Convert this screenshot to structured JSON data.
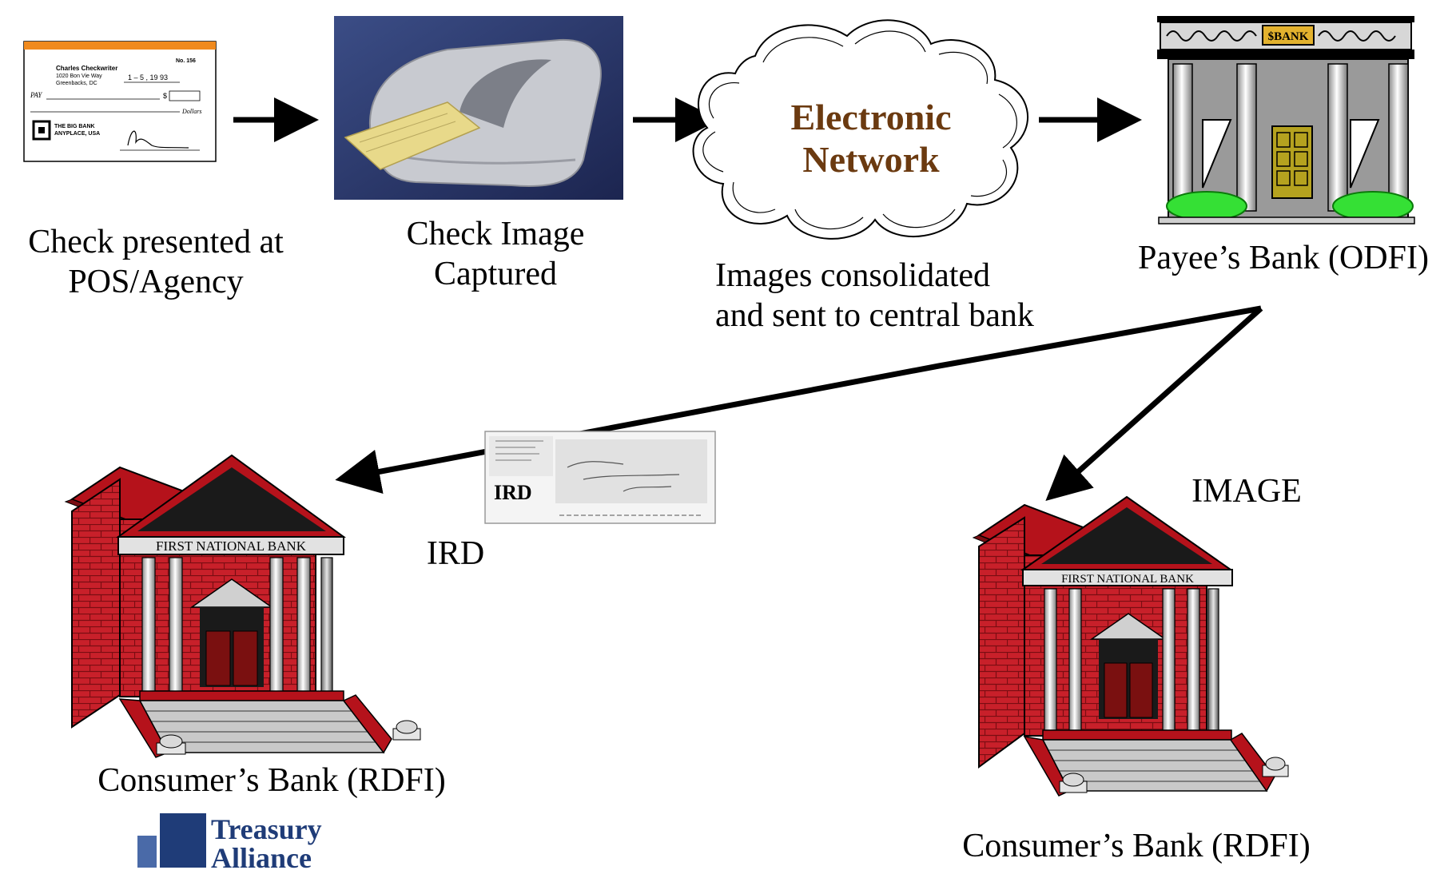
{
  "check": {
    "name": "Charles Checkwriter",
    "address1": "1020 Bon Vie Way",
    "address2": "Greenbacks, DC",
    "number": "No. 156",
    "date": "1 – 5 , 19 93",
    "pay": "PAY",
    "dollar_sign": "$",
    "dollars": "Dollars",
    "bank_name": "THE BIG BANK",
    "bank_city": "ANYPLACE, USA"
  },
  "cloud": {
    "line1": "Electronic",
    "line2": "Network"
  },
  "payee_bank_sign": "$BANK",
  "rdfi_bank_sign": "FIRST NATIONAL BANK",
  "ird_doc_label": "IRD",
  "captions": {
    "check_presented": "Check presented at\nPOS/Agency",
    "image_captured": "Check Image\nCaptured",
    "images_consolidated": "Images consolidated\nand sent to central bank",
    "payee_bank": "Payee’s Bank (ODFI)",
    "ird": "IRD",
    "image": "IMAGE",
    "consumer_bank_left": "Consumer’s Bank (RDFI)",
    "consumer_bank_right": "Consumer’s Bank (RDFI)"
  },
  "logo": {
    "line1": "Treasury",
    "line2": "Alliance"
  },
  "colors": {
    "brick": "#c8202a",
    "roof": "#b5121b",
    "cloud_text": "#6b3a10",
    "logo_blue": "#1f3c78",
    "check_bar": "#f08a1e",
    "scanner_bg": "#2a3a6e"
  }
}
